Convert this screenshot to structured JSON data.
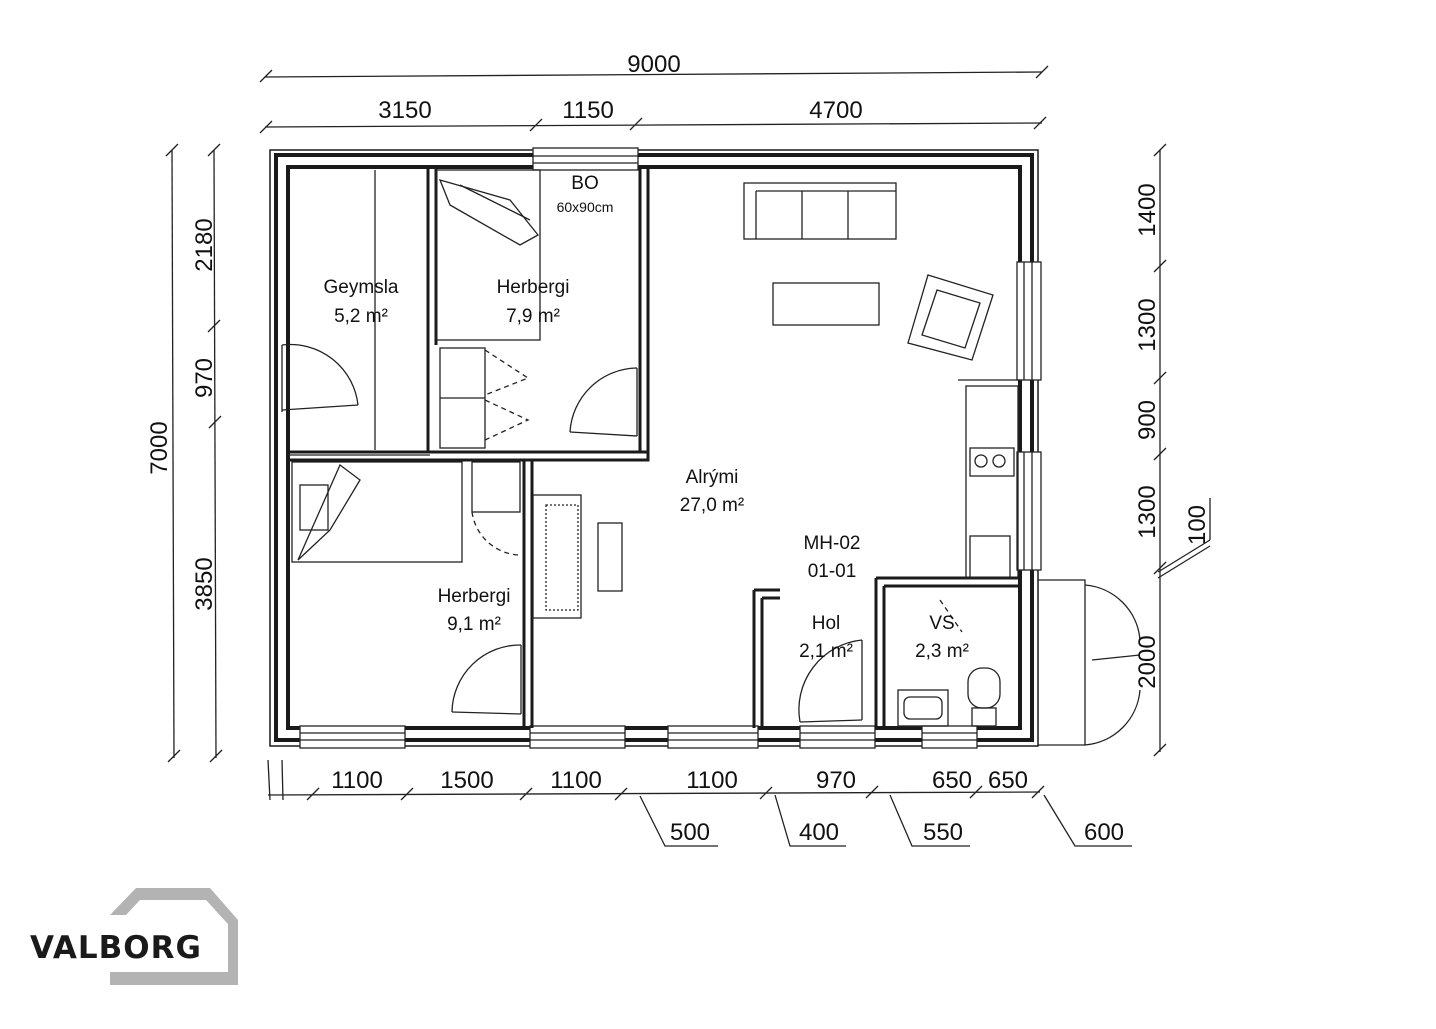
{
  "logo": {
    "text": "VALBORG"
  },
  "dimensions": {
    "top_total": "9000",
    "top_segments": [
      "3150",
      "1150",
      "4700"
    ],
    "left_total": "7000",
    "left_segments": [
      "2180",
      "970",
      "3850"
    ],
    "right_segments": [
      "1400",
      "1300",
      "900",
      "1300",
      "2000"
    ],
    "right_offset": "100",
    "bottom_segments": [
      "1100",
      "1500",
      "1100",
      "1100",
      "970",
      "650",
      "650"
    ],
    "bottom_tags": [
      "500",
      "400",
      "550",
      "600"
    ]
  },
  "rooms": {
    "geymsla": {
      "name": "Geymsla",
      "area": "5,2 m²"
    },
    "herbergi1": {
      "name": "Herbergi",
      "area": "7,9 m²"
    },
    "bo": {
      "name": "BO",
      "size": "60x90cm"
    },
    "herbergi2": {
      "name": "Herbergi",
      "area": "9,1 m²"
    },
    "alrymi": {
      "name": "Alrými",
      "area": "27,0 m²"
    },
    "unit": {
      "code": "MH-02",
      "number": "01-01"
    },
    "hol": {
      "name": "Hol",
      "area": "2,1 m²"
    },
    "vs": {
      "name": "VS",
      "area": "2,3 m²"
    }
  },
  "colors": {
    "line": "#1a1a1a",
    "logo_roof": "#b3b3b3",
    "background": "#ffffff"
  }
}
